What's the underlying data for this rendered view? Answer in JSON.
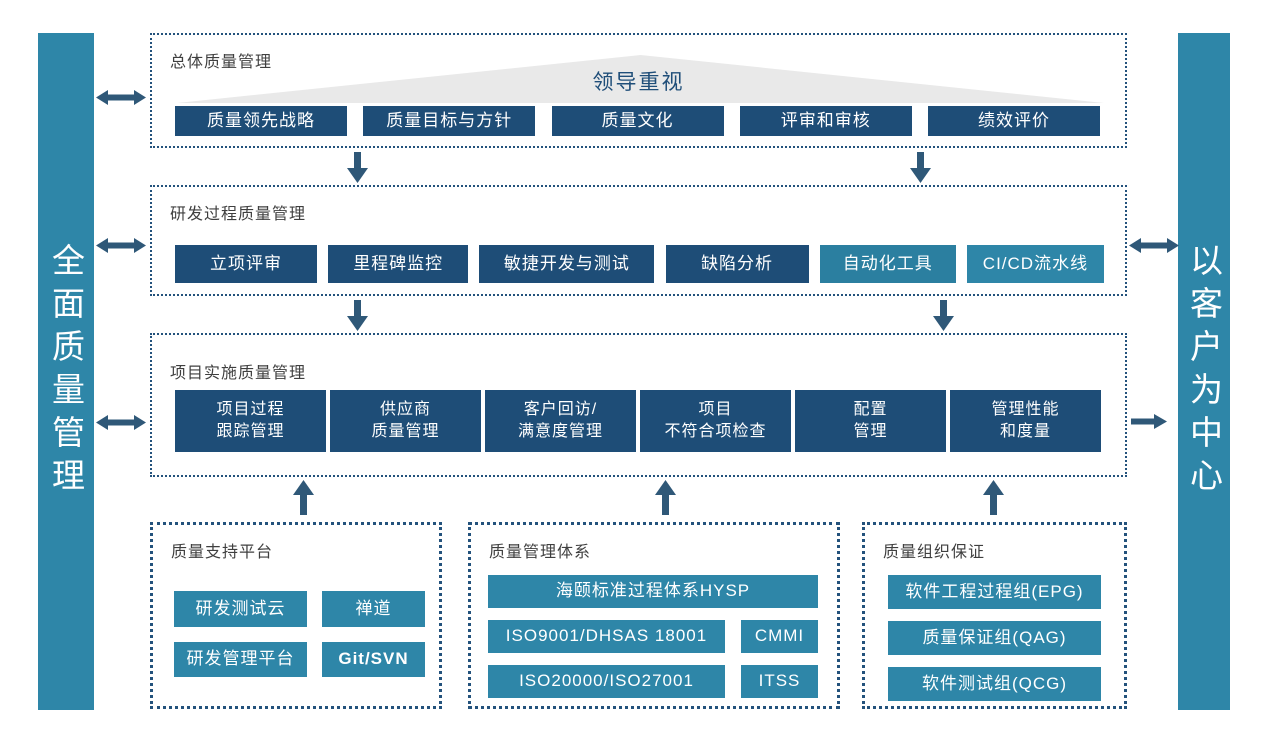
{
  "colors": {
    "navy": "#1E4D77",
    "teal": "#2E86A8",
    "teal_dark": "#2B7FA0",
    "arrow": "#2F5878",
    "border": "#23527C",
    "triangle_gray": "#E9E9E9",
    "title_text": "#3F3F3F"
  },
  "left_bar": {
    "label": "全面质量管理"
  },
  "right_bar": {
    "label": "以客户为中心"
  },
  "overall": {
    "title": "总体质量管理",
    "banner": "领导重视",
    "buttons": [
      "质量领先战略",
      "质量目标与方针",
      "质量文化",
      "评审和审核",
      "绩效评价"
    ]
  },
  "rd_process": {
    "title": "研发过程质量管理",
    "buttons": [
      "立项评审",
      "里程碑监控",
      "敏捷开发与测试",
      "缺陷分析",
      "自动化工具",
      "CI/CD流水线"
    ]
  },
  "project": {
    "title": "项目实施质量管理",
    "buttons": [
      {
        "line1": "项目过程",
        "line2": "跟踪管理"
      },
      {
        "line1": "供应商",
        "line2": "质量管理"
      },
      {
        "line1": "客户回访/",
        "line2": "满意度管理"
      },
      {
        "line1": "项目",
        "line2": "不符合项检查"
      },
      {
        "line1": "配置",
        "line2": "管理"
      },
      {
        "line1": "管理性能",
        "line2": "和度量"
      }
    ]
  },
  "platform": {
    "title": "质量支持平台",
    "buttons": [
      "研发测试云",
      "禅道",
      "研发管理平台",
      "Git/SVN"
    ]
  },
  "system": {
    "title": "质量管理体系",
    "wide_button": "海颐标准过程体系HYSP",
    "rows": [
      {
        "left": "ISO9001/DHSAS 18001",
        "right": "CMMI"
      },
      {
        "left": "ISO20000/ISO27001",
        "right": "ITSS"
      }
    ]
  },
  "organization": {
    "title": "质量组织保证",
    "buttons": [
      "软件工程过程组(EPG)",
      "质量保证组(QAG)",
      "软件测试组(QCG)"
    ]
  }
}
